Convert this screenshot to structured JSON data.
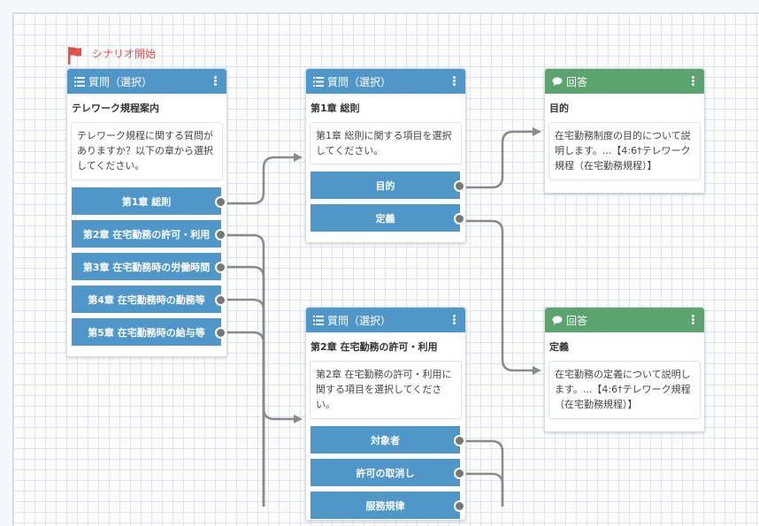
{
  "start_label": "シナリオ開始",
  "colors": {
    "question_header": "#4f97c9",
    "answer_header": "#5ba36f",
    "start_flag": "#e0524a",
    "wire": "#8a8a8a"
  },
  "nodes": {
    "q1": {
      "type_label": "質問（選択）",
      "title": "テレワーク規程案内",
      "body": "テレワーク規程に関する質問がありますか？以下の章から選択してください。",
      "options": [
        "第1章 総則",
        "第2章 在宅勤務の許可・利用",
        "第3章 在宅勤務時の労働時間",
        "第4章 在宅勤務時の勤務等",
        "第5章 在宅勤務時の給与等"
      ]
    },
    "q2": {
      "type_label": "質問（選択）",
      "title": "第1章 総則",
      "body": "第1章 総則に関する項目を選択してください。",
      "options": [
        "目的",
        "定義"
      ]
    },
    "q3": {
      "type_label": "質問（選択）",
      "title": "第2章 在宅勤務の許可・利用",
      "body": "第2章 在宅勤務の許可・利用に関する項目を選択してください。",
      "options": [
        "対象者",
        "許可の取消し",
        "服務規律"
      ]
    },
    "a1": {
      "type_label": "回答",
      "title": "目的",
      "body": "在宅勤務制度の目的について説明します。...【4:6†テレワーク規程（在宅勤務規程）】"
    },
    "a2": {
      "type_label": "回答",
      "title": "定義",
      "body": "在宅勤務の定義について説明します。...【4:6†テレワーク規程（在宅勤務規程）】"
    }
  }
}
